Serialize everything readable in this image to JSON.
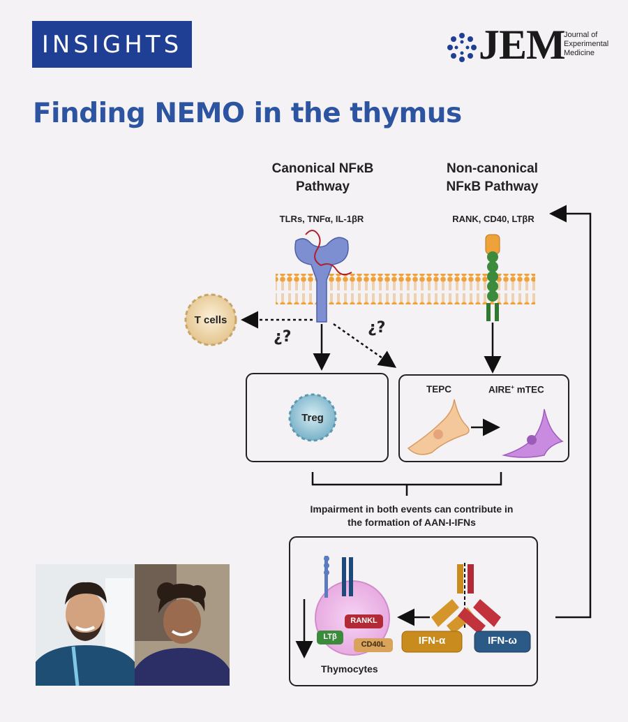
{
  "header": {
    "badge": "INSIGHTS",
    "logo_word": "JEM",
    "logo_sub": [
      "Journal of",
      "Experimental",
      "Medicine"
    ]
  },
  "title": "Finding NEMO in the thymus",
  "diagram": {
    "canonical": {
      "title_lines": [
        "Canonical NFκB",
        "Pathway"
      ],
      "receptors": "TLRs, TNFα, IL-1βR"
    },
    "noncanonical": {
      "title_lines": [
        "Non-canonical",
        "NFκB Pathway"
      ],
      "receptors": "RANK, CD40, LTβR"
    },
    "t_cells": "T cells",
    "question_left": "¿?",
    "question_right": "¿?",
    "treg": "Treg",
    "tepc": "TEPC",
    "aire_main": "AIRE",
    "aire_sup": "+",
    "aire_rest": " mTEC",
    "impairment_lines": [
      "Impairment in both events can contribute in",
      "the formation of AAN-I-IFNs"
    ],
    "rankl": "RANKL",
    "ltb": "LTβ",
    "cd40l": "CD40L",
    "ifn_alpha": "IFN-α",
    "ifn_omega": "IFN-ω",
    "thymocytes": "Thymocytes",
    "colors": {
      "brand": "#1e3f94",
      "title": "#2c54a0",
      "membrane": "#f0a23a",
      "receptor": "#7d8fd0",
      "ifn_alpha": "#c98a1e",
      "ifn_omega": "#2b5a86"
    }
  }
}
